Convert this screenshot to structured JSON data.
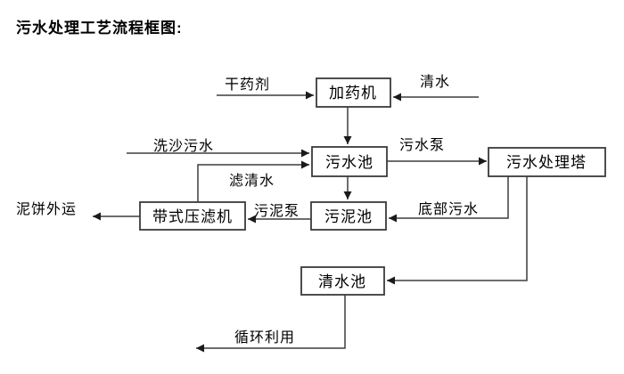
{
  "title": "污水处理工艺流程框图:",
  "colors": {
    "background": "#ffffff",
    "line": "#3d3d3d",
    "box_border": "#3a3a3a",
    "box_fill": "#ffffff",
    "text": "#000000"
  },
  "nodes": {
    "dosing_machine": "加药机",
    "sewage_pool": "污水池",
    "sewage_treatment_tower": "污水处理塔",
    "sludge_pool": "污泥池",
    "belt_filter_press": "带式压滤机",
    "clean_water_pool": "清水池"
  },
  "flow_labels": {
    "dry_agent": "干药剂",
    "clean_water": "清水",
    "sand_washing_sewage": "洗沙污水",
    "filtered_water": "滤清水",
    "sewage_pump": "污水泵",
    "bottom_sewage": "底部污水",
    "sludge_pump": "污泥泵",
    "mud_cake_out": "泥饼外运",
    "recycle_use": "循环利用"
  },
  "edges": [
    {
      "from": "干药剂",
      "to": "加药机",
      "label": "干药剂"
    },
    {
      "from": "清水",
      "to": "加药机",
      "label": "清水"
    },
    {
      "from": "加药机",
      "to": "污水池",
      "label": ""
    },
    {
      "from": "洗沙污水",
      "to": "污水池",
      "label": "洗沙污水"
    },
    {
      "from": "带式压滤机",
      "to": "污水池",
      "label": "滤清水"
    },
    {
      "from": "污水池",
      "to": "污水处理塔",
      "label": "污水泵"
    },
    {
      "from": "污水池",
      "to": "污泥池",
      "label": ""
    },
    {
      "from": "污水处理塔",
      "to": "污泥池",
      "label": "底部污水"
    },
    {
      "from": "污泥池",
      "to": "带式压滤机",
      "label": "污泥泵"
    },
    {
      "from": "带式压滤机",
      "to": "泥饼外运",
      "label": "泥饼外运"
    },
    {
      "from": "污水处理塔",
      "to": "清水池",
      "label": ""
    },
    {
      "from": "清水池",
      "to": "循环利用",
      "label": "循环利用"
    }
  ]
}
